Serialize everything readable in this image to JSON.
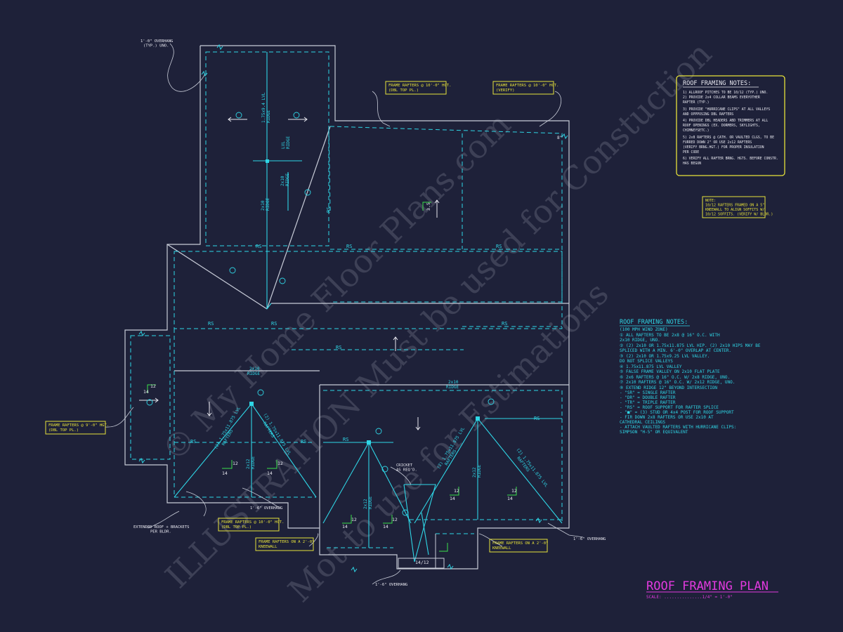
{
  "colors": {
    "background": "#1e2139",
    "wall": "#c8ccd8",
    "cyan": "#2fd6e6",
    "yellow": "#e7e23a",
    "magenta": "#e23adf",
    "white": "#e8e8f0"
  },
  "title": {
    "main": "ROOF FRAMING PLAN",
    "scale": "SCALE: ...............1/4\" = 1'-0\""
  },
  "watermark": {
    "line1": "© My Home Floor Plans.com",
    "line2": "ILLUSTRATION Must be used for Constuction",
    "line3": "Mot to use for Estimations"
  },
  "notes_box": {
    "title": "ROOF FRAMING NOTES:",
    "lines": [
      "1) ALLROOF PITCHES TO BE 10/12 (TYP.) UNO.",
      "2) PROVIDE 2x4 COLLAR BEAMS EVERYOTHER",
      "   RAFTER (TYP.)",
      "3) PROVIDE \"HURRICANE CLIPS\" AT ALL VALLEYS",
      "   AND OPPPOSING DBL RAFTERS",
      "4) PROVIDE DBL HEADERS ABD TRIMMERS AT ALL",
      "   ROOF OPENINGS (EX. DORMERS, SKYLIGHTS,",
      "   CHIMNEYSETC.)",
      "5) 2x8 RAFTERS @ CATH. OR VAULTED CLGS, TO BE",
      "   FURRED DOWN 2\" OR USE 2x12 RAFTERS",
      "   (VERIFY BRNG.HGT.) FOR PROPER INSULATION",
      "   PER CODE",
      "6) VERIFY ALL RAFTER BRNG. HGTS. BEFORE CONSTR.",
      "   HAS BEGUN"
    ]
  },
  "note_small": {
    "lines": [
      "NOTE:",
      "10/12 RAFTERS FRAMED ON A 5\"",
      "KNEEWALL TO ALIGN SOFFITS W/",
      "10/12 SOFFITS. (VERIFY W/ BLDR.)"
    ]
  },
  "legend": {
    "title": "ROOF FRAMING NOTES:",
    "lines": [
      "(100 MPH WIND ZONE)",
      "①  ALL RAFTERS TO BE 2x8 @ 16\" O.C. WITH",
      "    2x10 RIDGE, UNO.",
      "②  (2) 2x10 OR 1.75x11.875 LVL HIP. (2) 2x10 HIPS MAY BE",
      "    SPLICED WITH A MIN. 6'-0\" OVERLAP AT CENTER.",
      "③  (2) 2x10 OR 1.75x9.25 LVL VALLEY.",
      "    DO NOT SPLICE VALLEYS",
      "④  1.75x11.875 LVL VALLEY",
      "⑤  FALSE FRAME VALLEY ON 2x10 FLAT PLATE",
      "⑥  2x6 RAFTERS @ 16\" O.C. W/ 2x8 RIDGE, UNO.",
      "⑦  2x10 RAFTERS @ 16\" O.C. W/ 2x12 RIDGE, UNO.",
      "⑧  EXTEND RIDGE 12\" BEYOND INTERSECTION",
      "-  \"SR\" = SINGLE RAFTER",
      "-  \"DR\" = DOUBLE RAFTER",
      "-  \"TR\" = TRIPLE RAFTER",
      "-  \"RS\" = ROOF SUPPORT FOR RAFTER SPLICE",
      "-  \"■\" = (3) STUD OR 4x4 POST FOR ROOF SUPPORT",
      "-  FIR DOWN 2x8 RAFTERS OR USE 2x10 AT",
      "    CATHEDRAL CEILINGS",
      "-  ATTACH VAULTED RAFTERS WITH HURRICANE CLIPS:",
      "   SIMPSON \"H-5\" OR EQUIVALENT"
    ]
  },
  "callouts": {
    "overhang_typ": [
      "1'-0\" OVERHANG",
      "(TYP.) UNO."
    ],
    "frame_10_top": [
      "FRAME RAFTERS @ 10'-0\" HGT.",
      "(DBL TOP PL.)"
    ],
    "frame_10_verify": [
      "FRAME RAFTERS @ 10'-0\" HGT.",
      "(VERIFY)"
    ],
    "frame_9": [
      "FRAME RAFTERS @ 9'-0\" HGT.",
      "(DBL TOP PL.)"
    ],
    "frame_10_bottom": [
      "FRAME RAFTERS @ 10'-0\" HGT.",
      "(DBL TOP PL.)"
    ],
    "kneewall_left": [
      "FRAME RAFTERS ON A 2'-0\"",
      "KNEEWALL"
    ],
    "kneewall_right": [
      "FRAME RAFTERS ON A 2'-0\"",
      "KNEEWALL"
    ],
    "extended_roof": [
      "EXTENDED ROOF + BRACKETS",
      "PER BLDR."
    ],
    "overhang_1": "1'-6\" OVERHANG",
    "overhang_2": "1'-6\" OVERHANG",
    "overhang_3": "1'-6\" OVERHANG",
    "cricket": [
      "CRICKET",
      "AS REQ'D."
    ]
  },
  "plan_labels": {
    "rs": "RS",
    "lvl_ridge_top": [
      "1.75x9.4 LVL",
      "RIDGE"
    ],
    "lvl_ridge_mid": [
      "LVL",
      "RIDGE"
    ],
    "ridge_2x10": [
      "2x10",
      "RIDGE"
    ],
    "ridge_2x10_b": [
      "2x10",
      "RIDGE"
    ],
    "ridge_2x10_h": [
      "2x10",
      "RIDGE"
    ],
    "ridge_2x10_h2": [
      "2x10",
      "RIDGE"
    ],
    "ridge_2x12": [
      "2x12",
      "RIDGE"
    ],
    "ridge_2x12_b": [
      "2x12",
      "RIDGE"
    ],
    "ridge_2x12_c": [
      "2x12",
      "RIDGE"
    ],
    "pitch_14": "14",
    "pitch_12": "12",
    "pitch_3_5": "3.5",
    "pitch_1412": "14/12",
    "lvl_rafters_1": [
      "(2) 1.75x11.875 LVL",
      "RAFTERS"
    ],
    "lvl_rafters_2": [
      "(2) 1.75x11.875 LVL",
      "RAFTERS"
    ],
    "lvl_rafters_3": [
      "(2) 1.75x11.875 LVL",
      "RAFTERS"
    ],
    "lvl_rafters_4": [
      "(2) 1.75x11.875 LVL",
      "RAFTERS"
    ],
    "ov_small": "8\""
  }
}
